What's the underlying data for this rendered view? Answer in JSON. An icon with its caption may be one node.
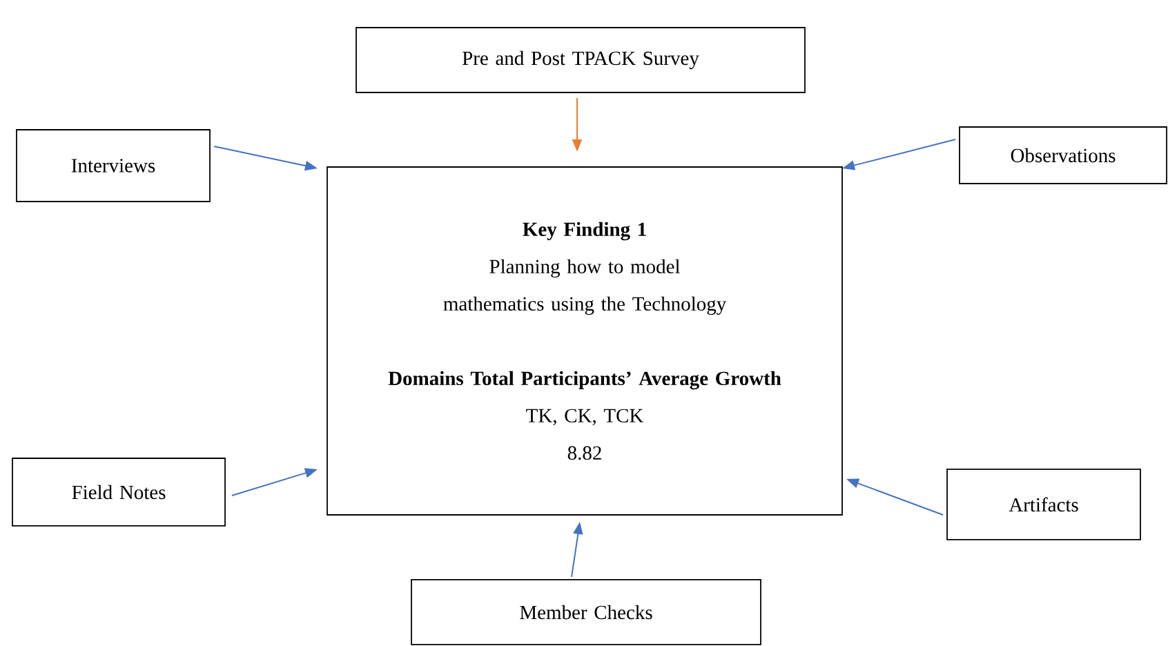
{
  "diagram": {
    "nodes": [
      {
        "text": [
          "Pre and Post TPACK Survey"
        ]
      },
      {
        "text": [
          "Interviews"
        ]
      },
      {
        "text": [
          "Observations"
        ]
      },
      {
        "text": [
          "Key Finding 1",
          "Planning how to model mathematics using the Technology",
          "Domains Total Participants’ Average Growth",
          "TK, CK, TCK",
          "8.82"
        ]
      },
      {
        "text": [
          "Field Notes"
        ]
      },
      {
        "text": [
          "Artifacts"
        ]
      },
      {
        "text": [
          "Member Checks"
        ]
      }
    ],
    "edges": [
      {
        "from": 0,
        "to": 3,
        "arrow": "to",
        "color": "#ed7d31"
      },
      {
        "from": 1,
        "to": 3,
        "arrow": "to"
      },
      {
        "from": 2,
        "to": 3,
        "arrow": "to"
      },
      {
        "from": 4,
        "to": 3,
        "arrow": "to"
      },
      {
        "from": 5,
        "to": 3,
        "arrow": "to"
      },
      {
        "from": 6,
        "to": 3,
        "arrow": "to"
      }
    ]
  }
}
